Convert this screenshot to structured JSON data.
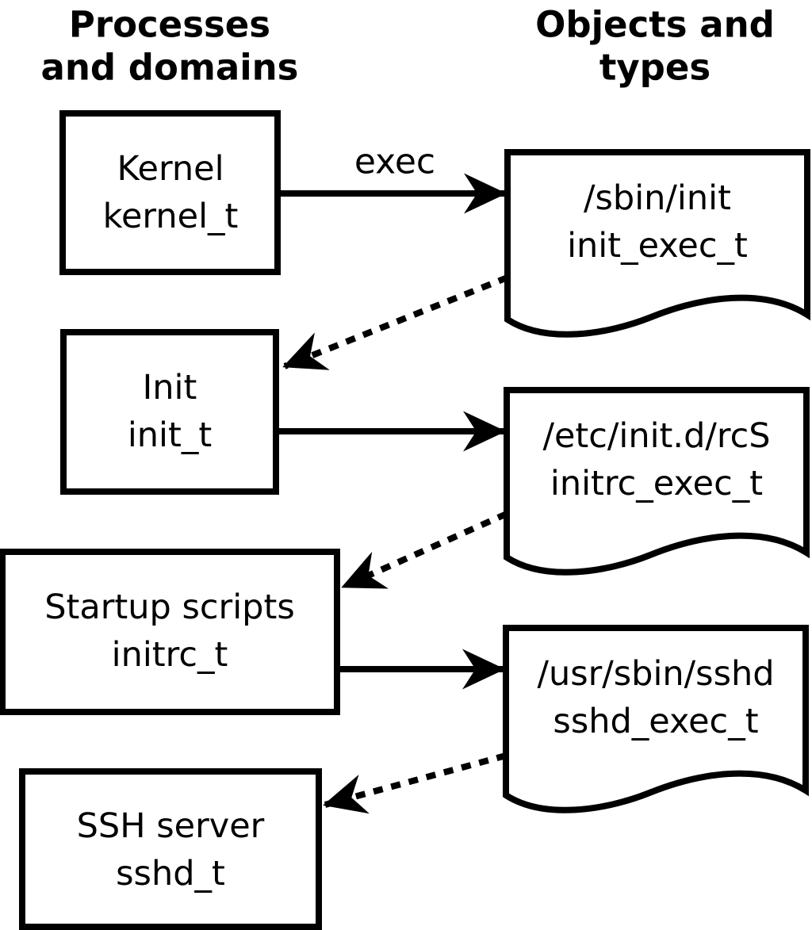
{
  "diagram": {
    "headers": {
      "left": {
        "line1": "Processes",
        "line2": "and domains"
      },
      "right": {
        "line1": "Objects and",
        "line2": "types"
      }
    },
    "processes": [
      {
        "name": "Kernel",
        "type": "kernel_t"
      },
      {
        "name": "Init",
        "type": "init_t"
      },
      {
        "name": "Startup scripts",
        "type": "initrc_t"
      },
      {
        "name": "SSH server",
        "type": "sshd_t"
      }
    ],
    "objects": [
      {
        "path": "/sbin/init",
        "type": "init_exec_t"
      },
      {
        "path": "/etc/init.d/rcS",
        "type": "initrc_exec_t"
      },
      {
        "path": "/usr/sbin/sshd",
        "type": "sshd_exec_t"
      }
    ],
    "arrow_label": "exec",
    "colors": {
      "foreground": "#000000",
      "background": "#ffffff"
    }
  }
}
